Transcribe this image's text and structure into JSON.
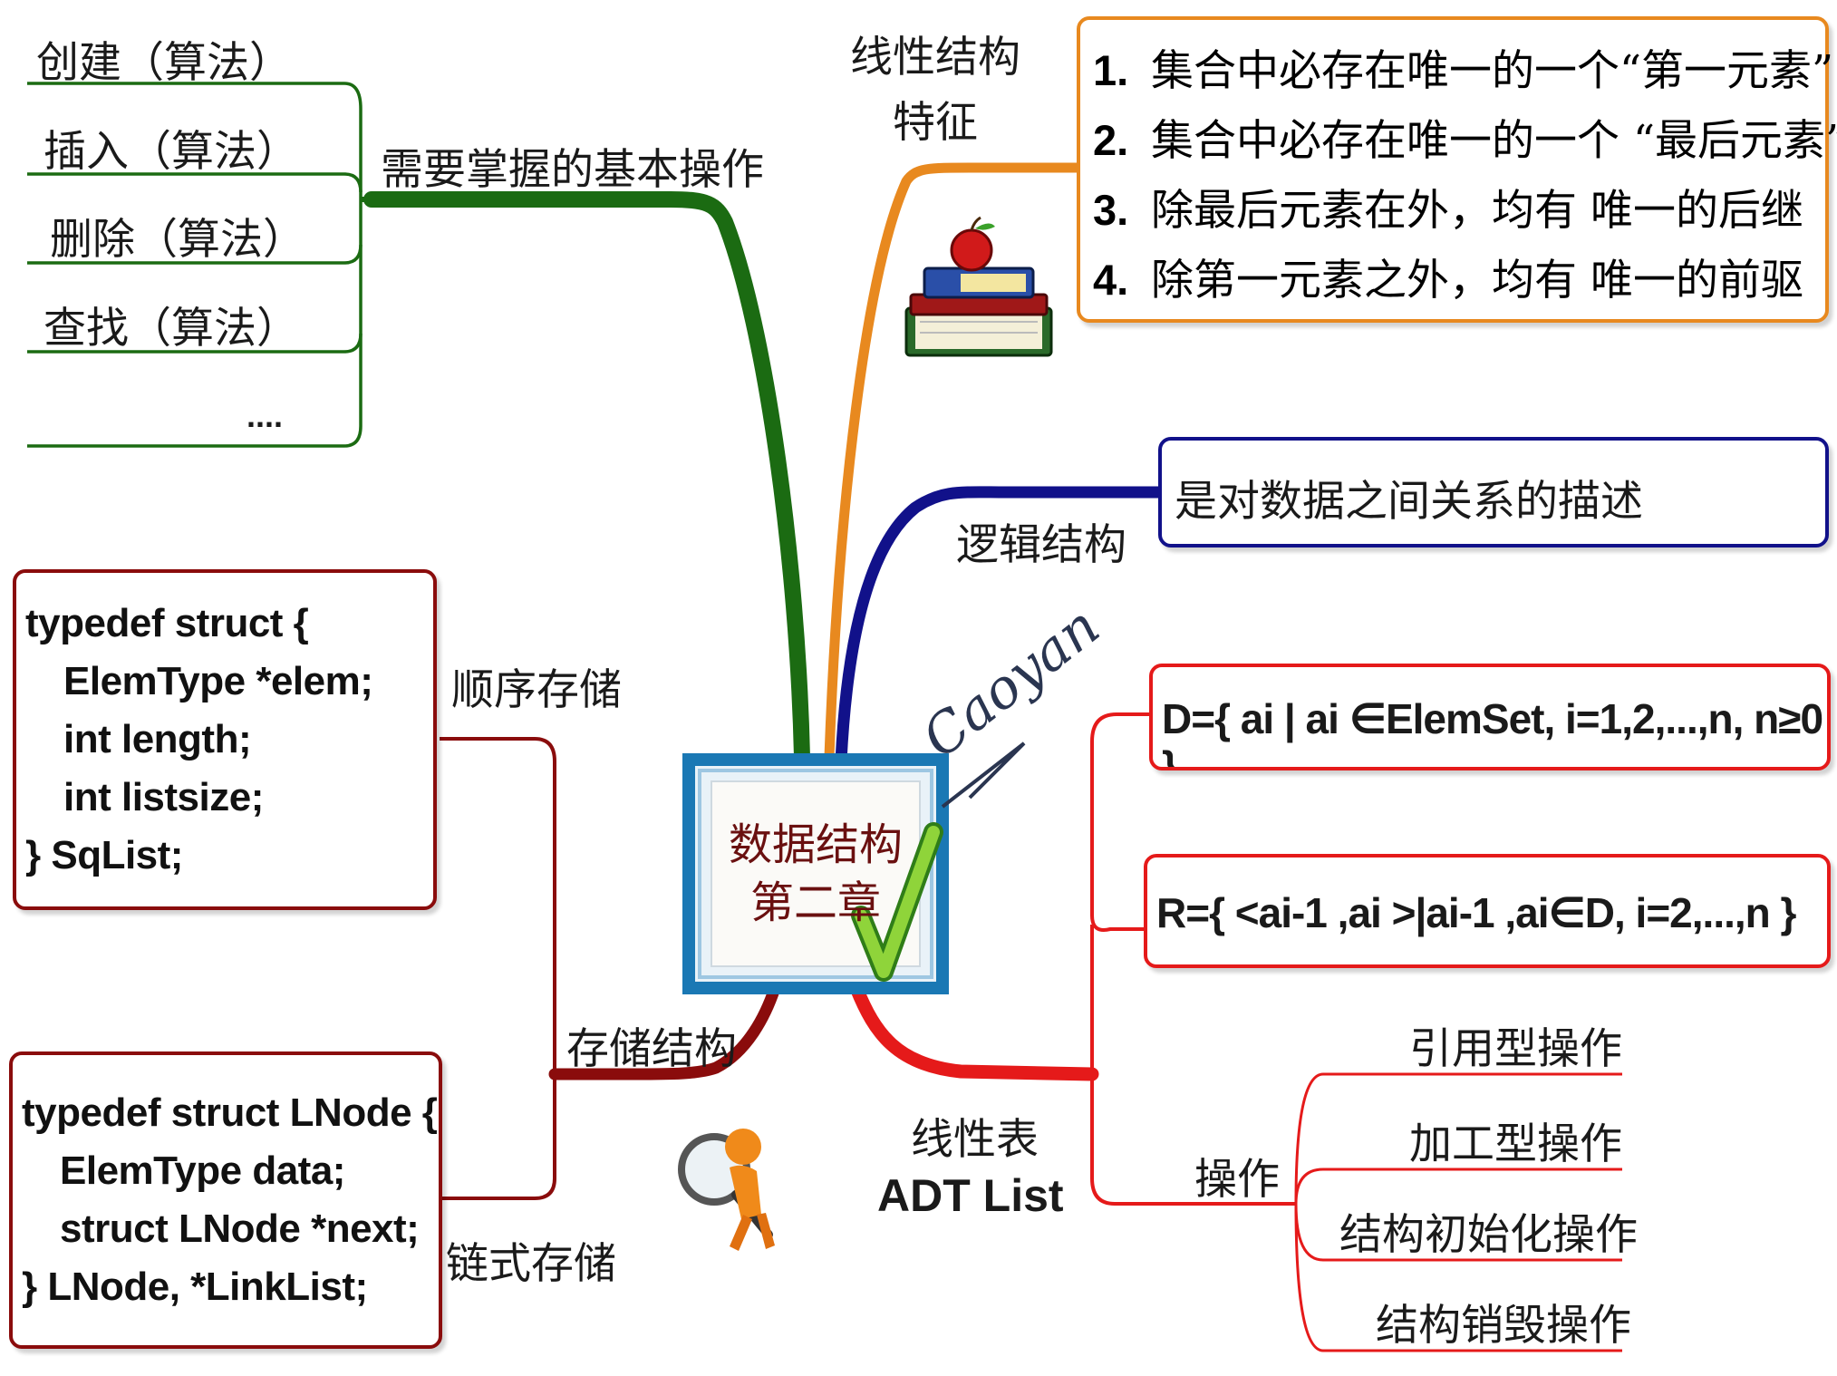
{
  "center": {
    "line1": "数据结构",
    "line2": "第二章"
  },
  "watermark": "Caoyan",
  "ops_branch": {
    "title": "需要掌握的基本操作",
    "items": [
      "创建（算法）",
      "插入（算法）",
      "删除（算法）",
      "查找（算法）",
      "...."
    ]
  },
  "linear_features": {
    "title_line1": "线性结构",
    "title_line2": "特征",
    "items": [
      {
        "num": "1.",
        "text": "集合中必存在唯一的一个“第一元素”"
      },
      {
        "num": "2.",
        "text": "集合中必存在唯一的一个 “最后元素”"
      },
      {
        "num": "3.",
        "text": "除最后元素在外，均有 唯一的后继"
      },
      {
        "num": "4.",
        "text": "除第一元素之外，均有 唯一的前驱"
      }
    ]
  },
  "logic": {
    "title": "逻辑结构",
    "desc": "是对数据之间关系的描述"
  },
  "storage": {
    "title": "存储结构",
    "sequential": {
      "label": "顺序存储",
      "code": [
        "typedef struct {",
        "ElemType *elem;",
        "int length;",
        "int listsize;",
        "} SqList;"
      ]
    },
    "linked": {
      "label": "链式存储",
      "code": [
        "typedef struct LNode {",
        "ElemType data;",
        "struct LNode *next;",
        "} LNode, *LinkList;"
      ]
    }
  },
  "adt": {
    "title_line1": "线性表",
    "title_line2": "ADT List",
    "d_def": "D={ ai | ai ∈ElemSet, i=1,2,...,n, n≥0",
    "d_def_overflow": "}",
    "r_def": "R={ <ai-1 ,ai >|ai-1 ,ai∈D, i=2,...,n }",
    "ops_label": "操作",
    "ops": [
      "引用型操作",
      "加工型操作",
      "结构初始化操作",
      "结构销毁操作"
    ]
  },
  "colors": {
    "green": "#1b6b12",
    "orange": "#e8891f",
    "navy": "#11118a",
    "red": "#e51a1a",
    "darkred": "#8a0c0c",
    "center_border": "#1a78b4"
  },
  "icons": [
    "books-with-apple-icon",
    "magnifier-person-icon",
    "checkmark-icon"
  ]
}
